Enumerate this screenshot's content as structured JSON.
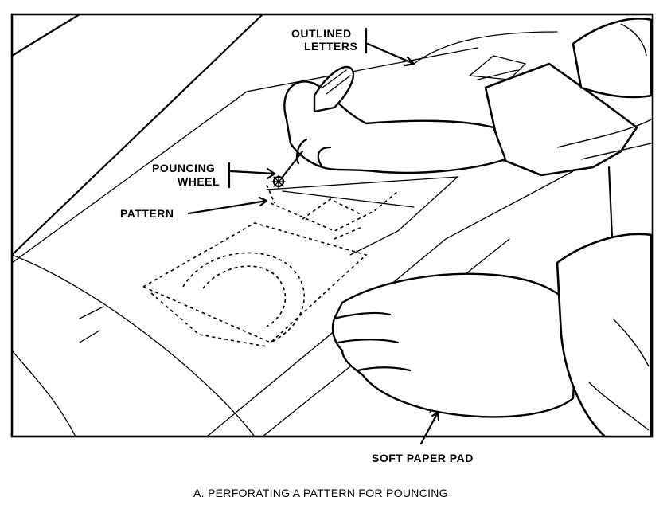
{
  "labels": {
    "outlined_letters": [
      "OUTLINED",
      "LETTERS"
    ],
    "pouncing_wheel": [
      "POUNCING",
      "WHEEL"
    ],
    "pattern": "PATTERN",
    "soft_paper_pad": "SOFT PAPER PAD"
  },
  "caption": "A. PERFORATING A PATTERN FOR POUNCING"
}
